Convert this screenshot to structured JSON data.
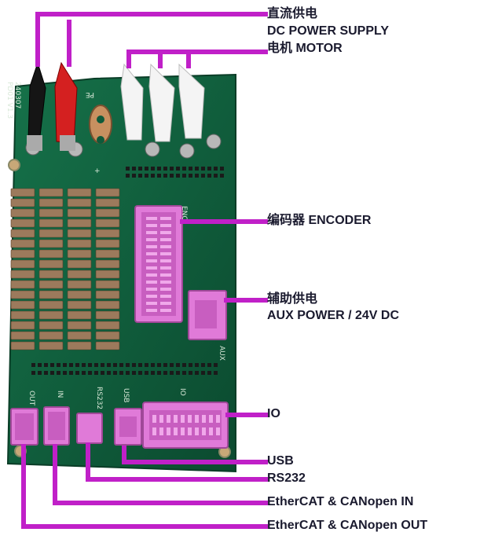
{
  "labels": {
    "dc_power_cn": "直流供电",
    "dc_power_en": "DC POWER SUPPLY",
    "motor": "电机 MOTOR",
    "encoder": "编码器 ENCODER",
    "aux_power_cn": "辅助供电",
    "aux_power_en": "AUX POWER / 24V DC",
    "io": "IO",
    "usb": "USB",
    "rs232": "RS232",
    "ethercat_in": "EtherCAT & CANopen  IN",
    "ethercat_out": "EtherCAT & CANopen  OUT"
  },
  "silkscreen": {
    "board_id": "PD01 V1.3",
    "date_code": "240307",
    "pe": "PE",
    "plus": "+",
    "enc": "ENC",
    "aux": "AUX",
    "out": "OUT",
    "in": "IN",
    "rs232": "RS232",
    "usb": "USB",
    "io": "IO"
  },
  "colors": {
    "pcb": "#0f5a3a",
    "leader": "#c020c8",
    "connector": "#e07ad8",
    "label_text": "#1a1a2e"
  }
}
